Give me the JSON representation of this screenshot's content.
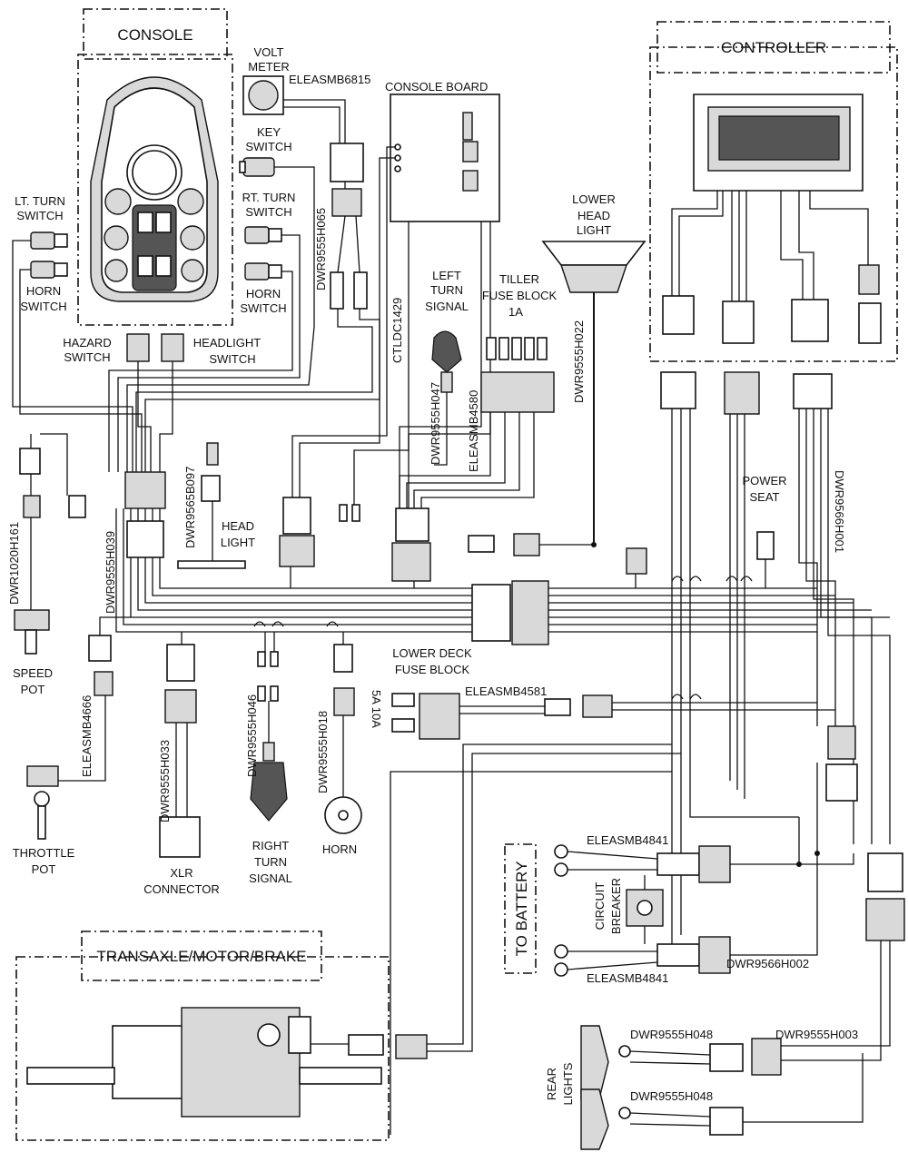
{
  "regions": {
    "console": "CONSOLE",
    "controller": "CONTROLLER",
    "transaxle": "TRANSAXLE/MOTOR/BRAKE",
    "battery": "TO BATTERY"
  },
  "labels": {
    "volt_meter_1": "VOLT",
    "volt_meter_2": "METER",
    "elea6815": "ELEASMB6815",
    "console_board": "CONSOLE BOARD",
    "key_switch_1": "KEY",
    "key_switch_2": "SWITCH",
    "lt_turn_1": "LT. TURN",
    "lt_turn_2": "SWITCH",
    "rt_turn_1": "RT. TURN",
    "rt_turn_2": "SWITCH",
    "horn_sw_l_1": "HORN",
    "horn_sw_l_2": "SWITCH",
    "horn_sw_r_1": "HORN",
    "horn_sw_r_2": "SWITCH",
    "hazard_1": "HAZARD",
    "hazard_2": "SWITCH",
    "headlight_sw_1": "HEADLIGHT",
    "headlight_sw_2": "SWITCH",
    "dwr_h065": "DWR9555H065",
    "ctldc": "CTLDC1429",
    "left_turn_1": "LEFT",
    "left_turn_2": "TURN",
    "left_turn_3": "SIGNAL",
    "tiller_fuse_1": "TILLER",
    "tiller_fuse_2": "FUSE BLOCK",
    "fuse_1a": "1A",
    "lower_head_1": "LOWER",
    "lower_head_2": "HEAD",
    "lower_head_3": "LIGHT",
    "dwr_h022": "DWR9555H022",
    "dwr_h047": "DWR9555H047",
    "elea4580": "ELEASMB4580",
    "power_seat_1": "POWER",
    "power_seat_2": "SEAT",
    "dwr_9566h001": "DWR9566H001",
    "dwr1020": "DWR1020H161",
    "dwr_h039": "DWR9555H039",
    "dwr9565": "DWR9565B097",
    "head_light_1": "HEAD",
    "head_light_2": "LIGHT",
    "speed_pot_1": "SPEED",
    "speed_pot_2": "POT",
    "lower_deck_1": "LOWER DECK",
    "lower_deck_2": "FUSE BLOCK",
    "elea4581": "ELEASMB4581",
    "fuses_5a10a": "5A 10A",
    "elea4666": "ELEASMB4666",
    "dwr_h033": "DWR9555H033",
    "dwr_h046": "DWR9555H046",
    "dwr_h018": "DWR9555H018",
    "throttle_1": "THROTTLE",
    "throttle_2": "POT",
    "xlr_1": "XLR",
    "xlr_2": "CONNECTOR",
    "right_turn_1": "RIGHT",
    "right_turn_2": "TURN",
    "right_turn_3": "SIGNAL",
    "horn": "HORN",
    "elea4841_top": "ELEASMB4841",
    "elea4841_bot": "ELEASMB4841",
    "circuit_1": "CIRCUIT",
    "circuit_2": "BREAKER",
    "dwr_9566h002": "DWR9566H002",
    "dwr_h048_top": "DWR9555H048",
    "dwr_h048_bot": "DWR9555H048",
    "dwr_h003": "DWR9555H003",
    "rear_lights_1": "REAR",
    "rear_lights_2": "LIGHTS"
  }
}
